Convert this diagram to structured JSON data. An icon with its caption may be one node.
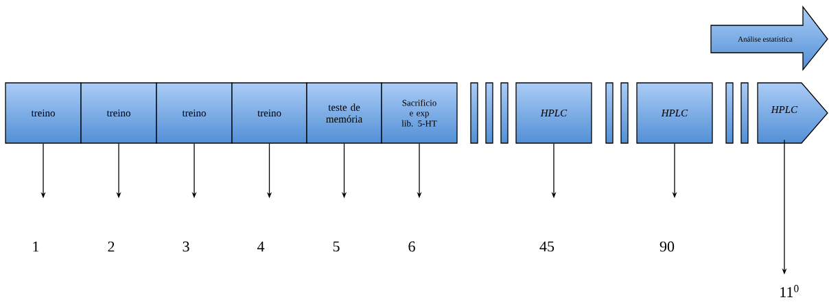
{
  "diagram": {
    "nodes": [
      {
        "text": [
          "treino"
        ]
      },
      {
        "text": [
          "treino"
        ]
      },
      {
        "text": [
          "treino"
        ]
      },
      {
        "text": [
          "treino"
        ]
      },
      {
        "text": [
          "teste de memória"
        ]
      },
      {
        "text": [
          "Sacrificio e exp lib. 5-HT"
        ]
      },
      {
        "text": [],
        "shape": "bar"
      },
      {
        "text": [],
        "shape": "bar"
      },
      {
        "text": [],
        "shape": "bar"
      },
      {
        "text": [
          "*HPLC*"
        ]
      },
      {
        "text": [],
        "shape": "bar"
      },
      {
        "text": [],
        "shape": "bar"
      },
      {
        "text": [
          "*HPLC*"
        ]
      },
      {
        "text": [],
        "shape": "bar"
      },
      {
        "text": [],
        "shape": "bar"
      },
      {
        "text": [
          "*HPLC*"
        ]
      },
      {
        "text": [
          "Análise estatística"
        ]
      },
      {
        "text": [
          "1"
        ]
      },
      {
        "text": [
          "2"
        ]
      },
      {
        "text": [
          "3"
        ]
      },
      {
        "text": [
          "4"
        ]
      },
      {
        "text": [
          "5"
        ]
      },
      {
        "text": [
          "6"
        ]
      },
      {
        "text": [
          "45"
        ]
      },
      {
        "text": [
          "90"
        ]
      },
      {
        "text": [
          "11$^{0}$"
        ]
      }
    ],
    "edges": [
      {
        "from": 0,
        "to": 17,
        "arrow": "to"
      },
      {
        "from": 1,
        "to": 18,
        "arrow": "to"
      },
      {
        "from": 2,
        "to": 19,
        "arrow": "to"
      },
      {
        "from": 3,
        "to": 20,
        "arrow": "to"
      },
      {
        "from": 4,
        "to": 21,
        "arrow": "to"
      },
      {
        "from": 5,
        "to": 22,
        "arrow": "to"
      },
      {
        "from": 9,
        "to": 23,
        "arrow": "to"
      },
      {
        "from": 12,
        "to": 24,
        "arrow": "to"
      },
      {
        "from": 15,
        "to": 25,
        "arrow": "to"
      }
    ]
  }
}
